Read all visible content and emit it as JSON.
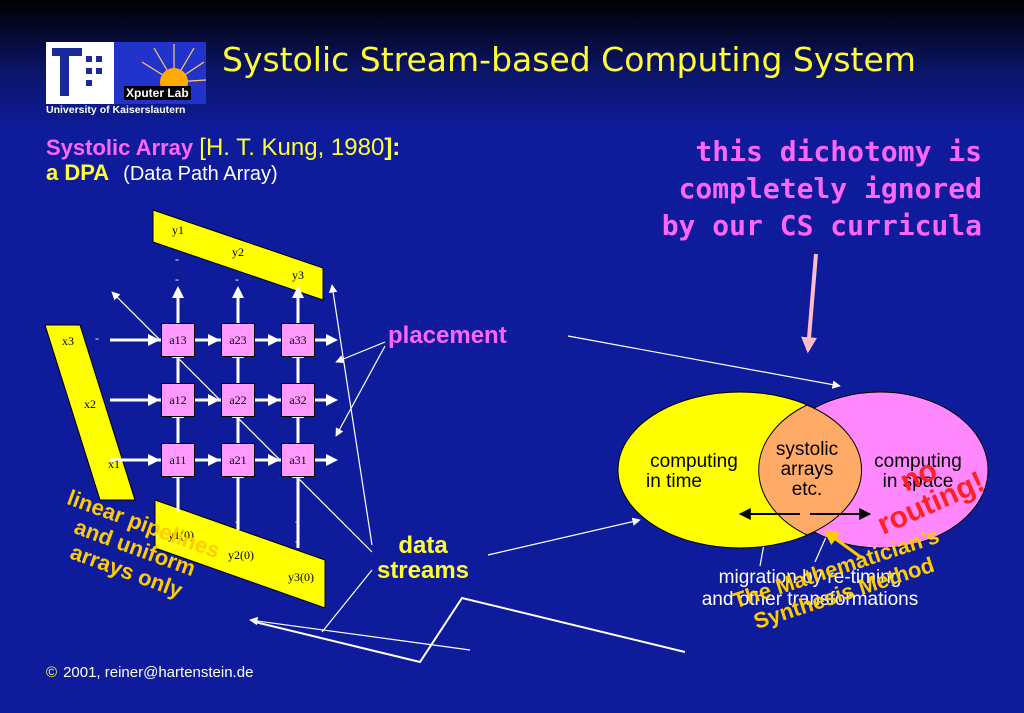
{
  "title": "Systolic Stream-based Computing System",
  "logo": {
    "lab": "Xputer Lab",
    "university": "University of Kaiserslautern"
  },
  "heading": {
    "line1_bold": "Systolic Array",
    "line1_ref_open": "[",
    "line1_ref": "H. T. Kung, 1980",
    "line1_ref_close": "]:",
    "line2_bold": "a  DPA",
    "line2_paren": "(Data Path Array)"
  },
  "dichotomy": [
    "this dichotomy is",
    "completely ignored",
    "by our CS curricula"
  ],
  "placement": "placement",
  "data_streams": [
    "data",
    "streams"
  ],
  "linear_note": [
    "linear pipelines",
    "and uniform",
    "arrays only"
  ],
  "venn": {
    "left": [
      "computing",
      "in time"
    ],
    "center": [
      "systolic",
      "arrays",
      "etc."
    ],
    "right": [
      "computing",
      "in space"
    ]
  },
  "migration": [
    "migration by re-timing",
    "and other transformations"
  ],
  "synthesis": [
    "The Mathematician’s",
    "Synthesis Method"
  ],
  "no_routing": [
    "no",
    "routing!"
  ],
  "copyright": {
    "symbol": "©",
    "text": "2001, reiner@hartenstein.de"
  },
  "array": {
    "cells": [
      [
        "a13",
        "a23",
        "a33"
      ],
      [
        "a12",
        "a22",
        "a32"
      ],
      [
        "a11",
        "a21",
        "a31"
      ]
    ],
    "y_out": [
      "y1",
      "y2",
      "y3"
    ],
    "x_in": [
      "x3",
      "x2",
      "x1"
    ],
    "y_in": [
      "y1(0)",
      "y2(0)",
      "y3(0)"
    ],
    "dash": "-"
  }
}
